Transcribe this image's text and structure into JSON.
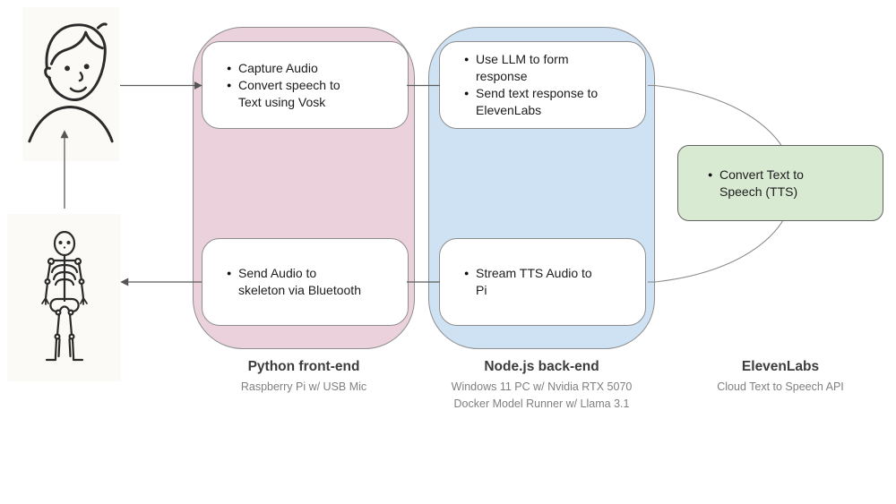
{
  "icons": {
    "person": "person-icon",
    "skeleton": "skeleton-icon",
    "bullet": "●"
  },
  "colors": {
    "frontend_fill": "#ead1dc",
    "backend_fill": "#cfe2f3",
    "elevenlabs_fill": "#d9ead3",
    "box_fill": "#ffffff",
    "shape_border": "#8e8e8e",
    "connector": "#5c5c5c",
    "title_text": "#3c3c3c",
    "subtitle_text": "#808080",
    "bullet_text": "#1c1c1c"
  },
  "columns": [
    {
      "id": "python-front-end",
      "title": "Python front-end",
      "subtitle_lines": [
        "Raspberry Pi w/ USB Mic"
      ],
      "boxes": [
        {
          "bullets": [
            "Capture Audio",
            "Convert speech to Text using Vosk"
          ]
        },
        {
          "bullets": [
            "Send Audio to skeleton via Bluetooth"
          ]
        }
      ]
    },
    {
      "id": "nodejs-back-end",
      "title": "Node.js back-end",
      "subtitle_lines": [
        "Windows 11 PC w/ Nvidia RTX 5070",
        "Docker Model Runner w/ Llama 3.1"
      ],
      "boxes": [
        {
          "bullets": [
            "Use LLM to form response",
            "Send text response to ElevenLabs"
          ]
        },
        {
          "bullets": [
            "Stream TTS Audio to Pi"
          ]
        }
      ]
    },
    {
      "id": "elevenlabs",
      "title": "ElevenLabs",
      "subtitle_lines": [
        "Cloud Text to Speech API"
      ],
      "boxes": [
        {
          "bullets": [
            "Convert Text to Speech (TTS)"
          ]
        }
      ]
    }
  ]
}
